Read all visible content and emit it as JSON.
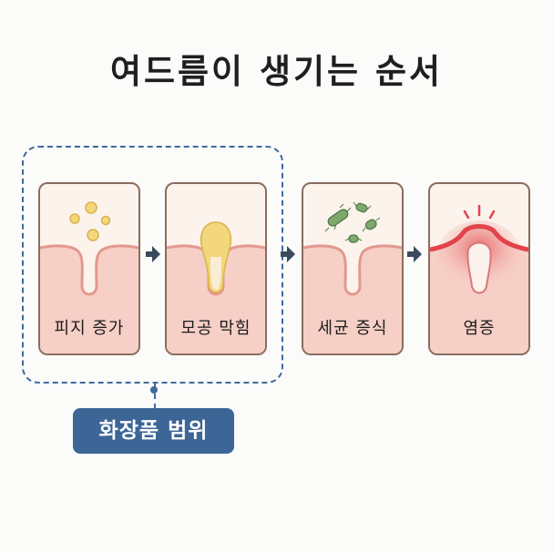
{
  "title": "여드름이 생기는 순서",
  "steps": [
    {
      "label": "피지 증가",
      "icon": "sebum-droplets-icon"
    },
    {
      "label": "모공 막힘",
      "icon": "clogged-pore-icon"
    },
    {
      "label": "세균 증식",
      "icon": "bacteria-icon"
    },
    {
      "label": "염증",
      "icon": "inflammation-icon"
    }
  ],
  "scope": {
    "label": "화장품 범위"
  },
  "colors": {
    "skin": "#f6cfc6",
    "skin_edge": "#e3988f",
    "sebum": "#f3d77d",
    "bacteria": "#7fa86c",
    "inflammation": "#e2434a",
    "scope": "#3d6697",
    "arrow": "#3a4a5c"
  }
}
